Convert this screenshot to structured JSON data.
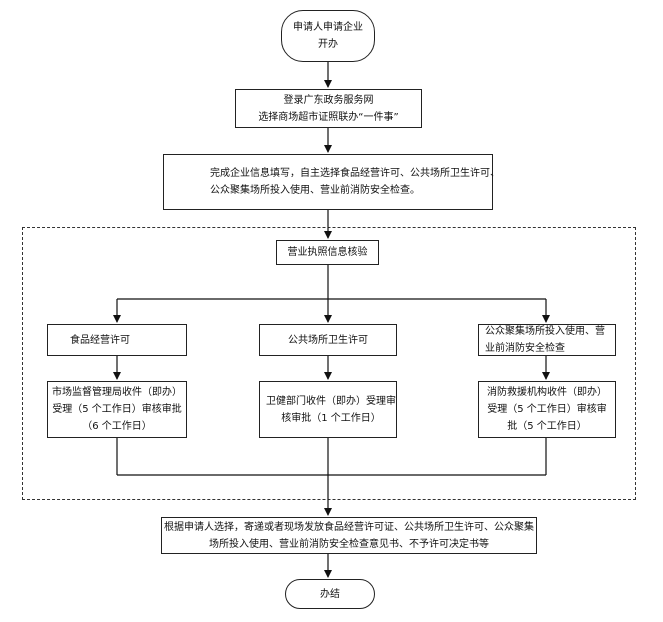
{
  "nodes": {
    "start": [
      "申请人申请企业",
      "开办"
    ],
    "login": [
      "登录广东政务服务网",
      "选择商场超市证照联办“一件事”"
    ],
    "fill_info": [
      "完成企业信息填写，自主选择食品经营许可、公共场所卫生许可、",
      "公众聚集场所投入使用、营业前消防安全检查。"
    ],
    "verify": [
      "营业执照信息核验"
    ],
    "food_permit": [
      "食品经营许可"
    ],
    "hygiene_permit": [
      "公共场所卫生许可"
    ],
    "fire_permit": [
      "公众聚集场所投入使用、营",
      "业前消防安全检查"
    ],
    "food_process": [
      "市场监督管理局收件（即办）",
      "受理（5 个工作日）审核审批",
      "（6 个工作日）"
    ],
    "hygiene_process": [
      "卫健部门收件（即办）受理审",
      "核审批（1 个工作日）"
    ],
    "fire_process": [
      "消防救援机构收件（即办）",
      "受理（5 个工作日）审核审",
      "批（5 个工作日）"
    ],
    "issue": [
      "根据申请人选择，寄递或者现场发放食品经营许可证、公共场所卫生许可、公众聚集",
      "场所投入使用、营业前消防安全检查意见书、不予许可决定书等"
    ],
    "end": [
      "办结"
    ]
  }
}
